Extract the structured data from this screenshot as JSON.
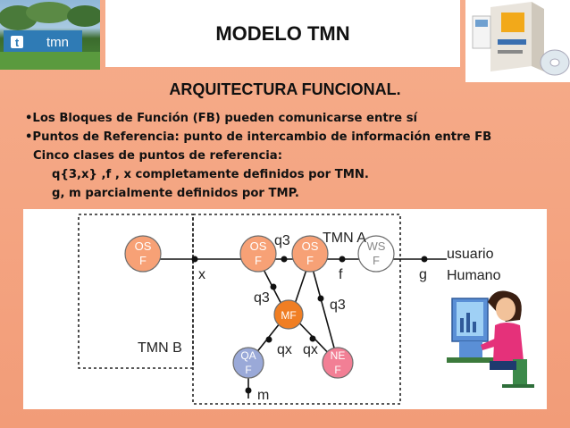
{
  "title": "MODELO TMN",
  "subtitle": "ARQUITECTURA FUNCIONAL.",
  "bullets": [
    "•Los Bloques de Función (FB) pueden comunicarse entre sí",
    "•Puntos de Referencia: punto de intercambio de información entre FB",
    "Cinco clases de puntos de referencia:",
    "q{3,x} ,f , x completamente definidos por TMN.",
    "g, m parcialmente definidos por TMP."
  ],
  "colors": {
    "slide_bg": "#f4a481",
    "node_orange": "#f7a176",
    "node_mf": "#f07e23",
    "node_ws": "#ffffff",
    "node_qa": "#9aa9d8",
    "node_ne": "#f27f95"
  },
  "diagram": {
    "tmn_a_label": "TMN A",
    "tmn_b_label": "TMN B",
    "nodes": {
      "os_b": {
        "line1": "OS",
        "line2": "F"
      },
      "os_a1": {
        "line1": "OS",
        "line2": "F"
      },
      "os_a2": {
        "line1": "OS",
        "line2": "F"
      },
      "ws": {
        "line1": "WS",
        "line2": "F"
      },
      "mf": {
        "line1": "MF",
        "line2": ""
      },
      "qa": {
        "line1": "QA",
        "line2": "F"
      },
      "ne": {
        "line1": "NE",
        "line2": "F"
      }
    },
    "ref_points": {
      "x": "x",
      "q3_top": "q3",
      "f": "f",
      "g": "g",
      "q3_left": "q3",
      "q3_right": "q3",
      "qx_left": "qx",
      "qx_right": "qx",
      "m": "m"
    },
    "user_label_1": "usuario",
    "user_label_2": "Humano"
  },
  "logo_text": "tmn"
}
